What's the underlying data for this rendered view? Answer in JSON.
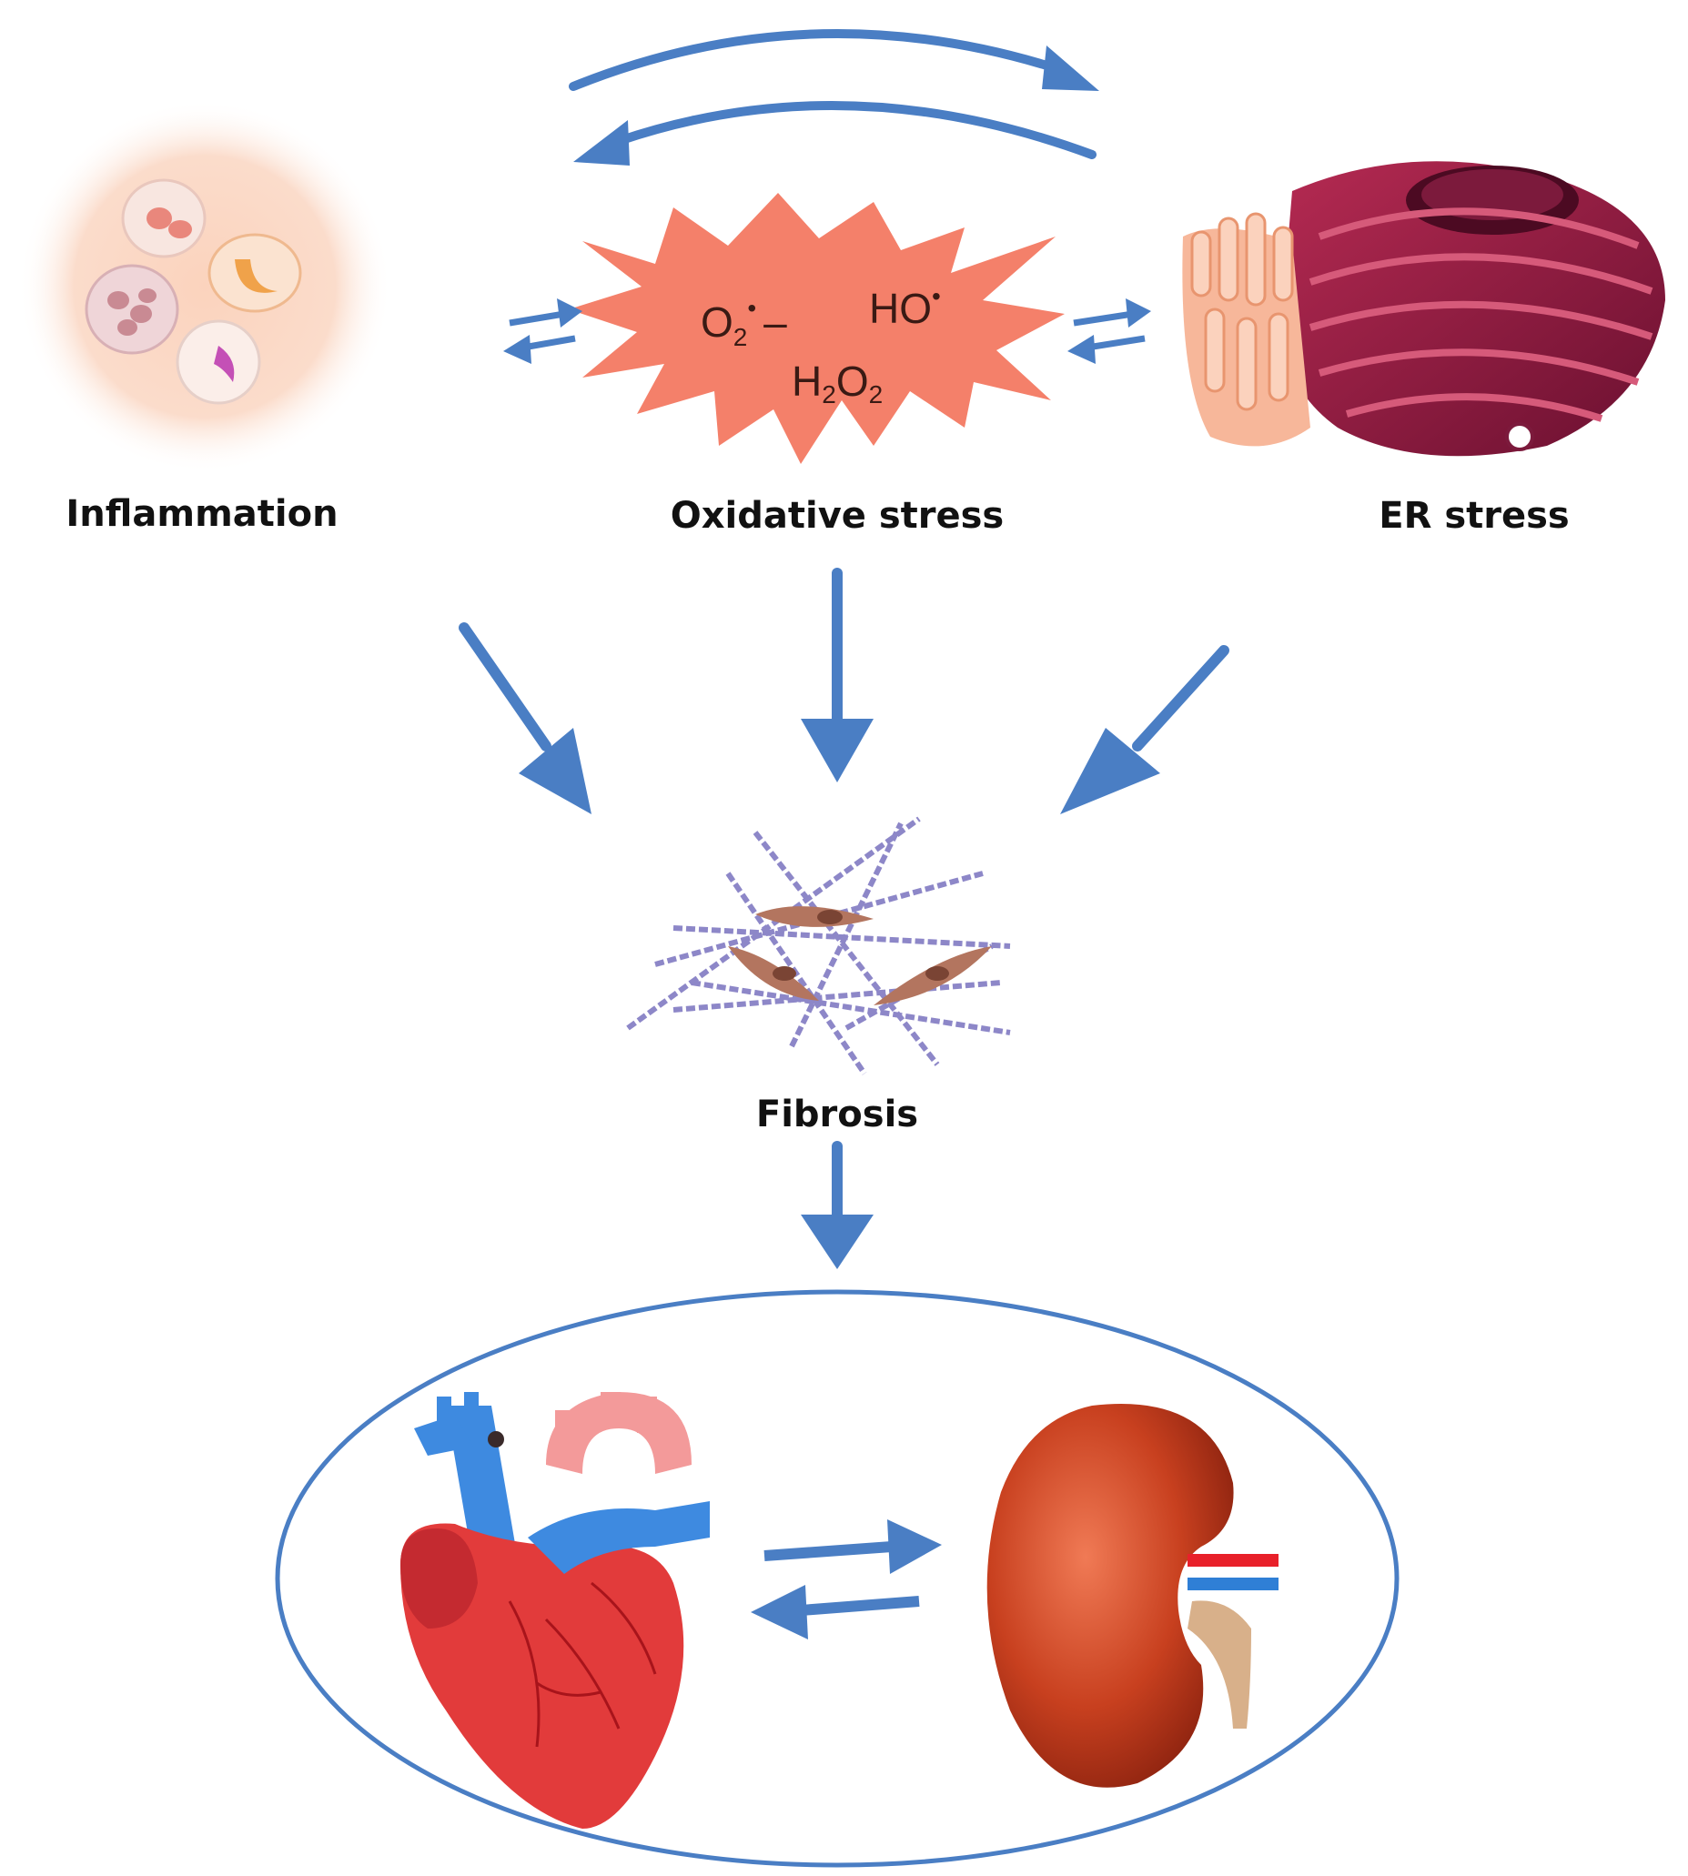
{
  "nodes": {
    "inflammation": {
      "label": "Inflammation",
      "icon": "inflammation-cells-icon"
    },
    "oxidative_stress": {
      "label": "Oxidative stress",
      "icon": "ros-burst-icon"
    },
    "er_stress": {
      "label": "ER stress",
      "icon": "endoplasmic-reticulum-icon"
    },
    "fibrosis": {
      "label": "Fibrosis",
      "icon": "fibrosis-fibers-icon"
    },
    "organs": {
      "icons": [
        "heart-icon",
        "kidney-icon"
      ]
    }
  },
  "chemistry": {
    "superoxide": {
      "base": "O",
      "sub": "2",
      "sup": "•",
      "suffix": "–"
    },
    "hydroxyl": {
      "base": "HO",
      "sup": "•"
    },
    "peroxide": {
      "h": "H",
      "h_sub": "2",
      "o": "O",
      "o_sub": "2"
    }
  },
  "colors": {
    "arrow": "#4a7ec4",
    "burst": "#f4806a",
    "inflammation_bg": "#fbd9c6",
    "er": "#8e1b3f",
    "heart": "#d6353a",
    "kidney": "#c03a1f",
    "ellipse": "#4a7ec4"
  }
}
